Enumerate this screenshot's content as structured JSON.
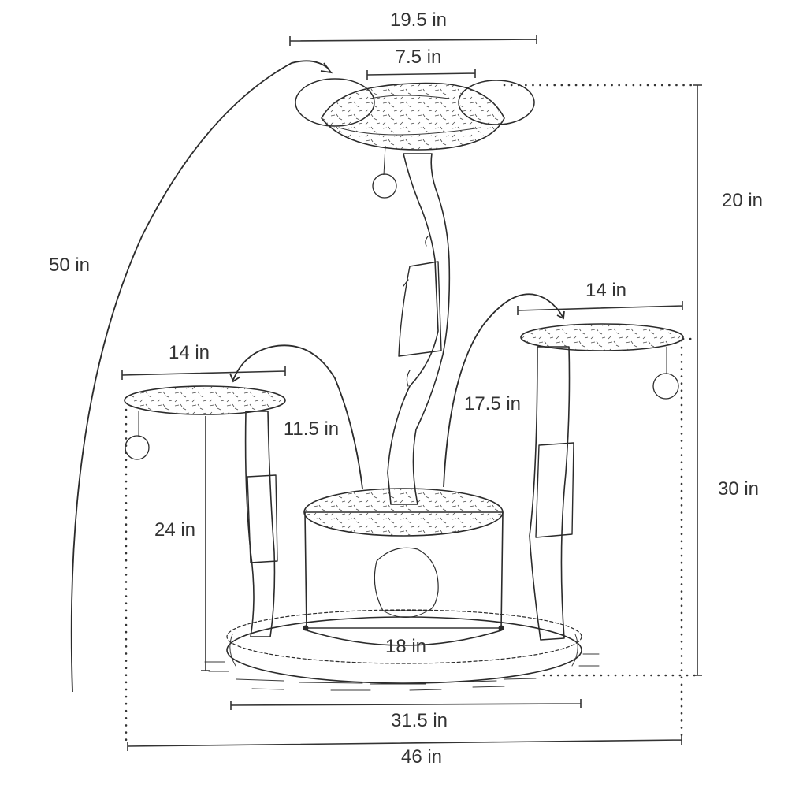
{
  "diagram": {
    "subject": "Cat tree with three perches and a base condo",
    "colors": {
      "ink": "#2b2b2b",
      "label": "#333333",
      "background": "#ffffff"
    },
    "dimensions": {
      "top_perch_width": "19.5 in",
      "top_perch_inner_width": "7.5 in",
      "top_section_height": "20 in",
      "total_height": "50 in",
      "right_perch_width": "14 in",
      "right_perch_drop": "17.5 in",
      "right_perch_height": "30 in",
      "left_perch_width": "14 in",
      "left_perch_drop": "11.5 in",
      "left_perch_height": "24 in",
      "condo_diameter": "18 in",
      "base_width": "31.5 in",
      "total_width": "46 in"
    }
  }
}
